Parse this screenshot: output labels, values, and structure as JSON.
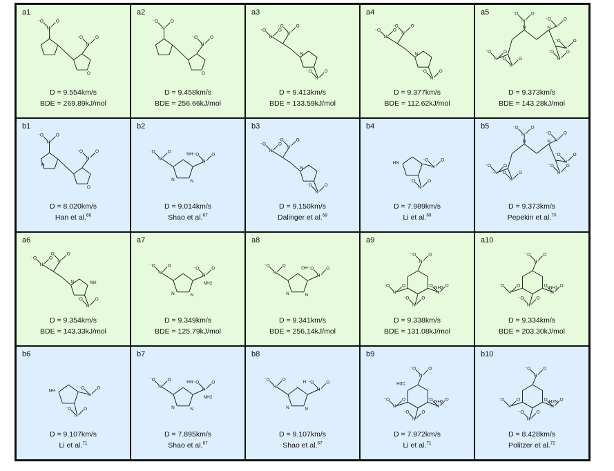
{
  "cells": [
    {
      "label": "a1",
      "theme": "green",
      "line1": "D = 9.554km/s",
      "line2": "BDE = 269.89kJ/mol",
      "ref": "",
      "tpl": "furazan_tri"
    },
    {
      "label": "a2",
      "theme": "green",
      "line1": "D = 9.458km/s",
      "line2": "BDE = 256.66kJ/mol",
      "ref": "",
      "tpl": "furazan_tri"
    },
    {
      "label": "a3",
      "theme": "green",
      "line1": "D = 9.413km/s",
      "line2": "BDE = 133.59kJ/mol",
      "ref": "",
      "tpl": "pyrazole_chain"
    },
    {
      "label": "a4",
      "theme": "green",
      "line1": "D = 9.377km/s",
      "line2": "BDE = 112.62kJ/mol",
      "ref": "",
      "tpl": "pyrazole_chain"
    },
    {
      "label": "a5",
      "theme": "green",
      "line1": "D = 9.373km/s",
      "line2": "BDE = 143.28kJ/mol",
      "ref": "",
      "tpl": "chain_amine"
    },
    {
      "label": "b1",
      "theme": "blue",
      "line1": "D = 8.020km/s",
      "line2": "Han et al.",
      "ref": "66",
      "tpl": "furazan_tri",
      "nh": "H"
    },
    {
      "label": "b2",
      "theme": "blue",
      "line1": "D = 9.014km/s",
      "line2": "Shao et al.",
      "ref": "67",
      "tpl": "triazole",
      "nh": "NH"
    },
    {
      "label": "b3",
      "theme": "blue",
      "line1": "D = 9.150km/s",
      "line2": "Dalinger et al.",
      "ref": "68",
      "tpl": "pyrazole_chain"
    },
    {
      "label": "b4",
      "theme": "blue",
      "line1": "D = 7.989km/s",
      "line2": "Li et al.",
      "ref": "69",
      "tpl": "pyrrole",
      "nh": "HN"
    },
    {
      "label": "b5",
      "theme": "blue",
      "line1": "D = 9.373km/s",
      "line2": "Pepekin et al.",
      "ref": "70",
      "tpl": "chain_amine"
    },
    {
      "label": "a6",
      "theme": "green",
      "line1": "D = 9.354km/s",
      "line2": "BDE = 143.33kJ/mol",
      "ref": "",
      "tpl": "pyrazole_chain",
      "nh": "NH"
    },
    {
      "label": "a7",
      "theme": "green",
      "line1": "D = 9.349km/s",
      "line2": "BDE = 125.79kJ/mol",
      "ref": "",
      "tpl": "triazole",
      "sub": "NH2"
    },
    {
      "label": "a8",
      "theme": "green",
      "line1": "D = 9.341km/s",
      "line2": "BDE = 256.14kJ/mol",
      "ref": "",
      "tpl": "triazole",
      "nh": "OH"
    },
    {
      "label": "a9",
      "theme": "green",
      "line1": "D = 9.338km/s",
      "line2": "BDE = 131.08kJ/mol",
      "ref": "",
      "tpl": "benzene",
      "sub": "NH2"
    },
    {
      "label": "a10",
      "theme": "green",
      "line1": "D = 9.334km/s",
      "line2": "BDE = 203.30kJ/mol",
      "ref": "",
      "tpl": "benzene",
      "sub": "NH2"
    },
    {
      "label": "b6",
      "theme": "blue",
      "line1": "D = 9.107km/s",
      "line2": "Li et al.",
      "ref": "71",
      "tpl": "pyrrole",
      "nh": "NH"
    },
    {
      "label": "b7",
      "theme": "blue",
      "line1": "D = 7.895km/s",
      "line2": "Shao et al.",
      "ref": "67",
      "tpl": "triazole",
      "nh": "HN",
      "sub": "NH2"
    },
    {
      "label": "b8",
      "theme": "blue",
      "line1": "D = 9.107km/s",
      "line2": "Shao et al.",
      "ref": "67",
      "tpl": "triazole",
      "nh": "H"
    },
    {
      "label": "b9",
      "theme": "blue",
      "line1": "D = 7.972km/s",
      "line2": "Li et al.",
      "ref": "71",
      "tpl": "benzene",
      "sub": "NH2",
      "top": "H3C"
    },
    {
      "label": "b10",
      "theme": "blue",
      "line1": "D = 8.428km/s",
      "line2": "Politzer et al.",
      "ref": "72",
      "tpl": "benzene",
      "sub": "H2N"
    }
  ]
}
